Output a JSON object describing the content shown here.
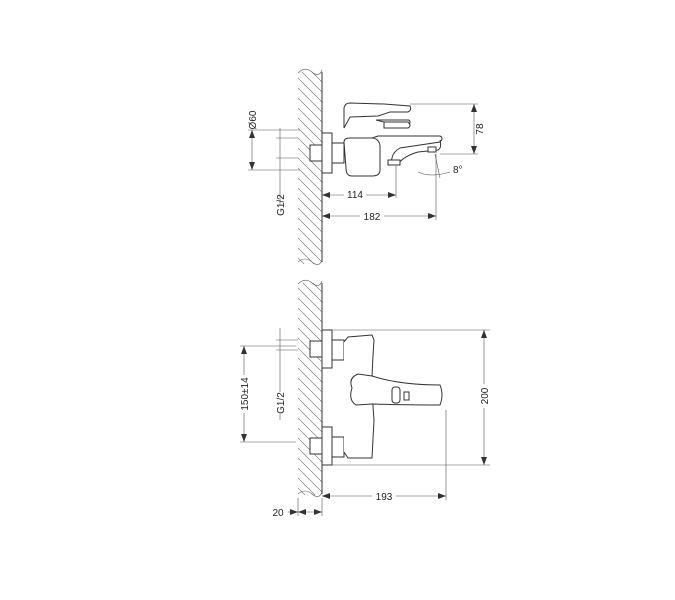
{
  "drawing": {
    "title": "Bath mixer technical drawing",
    "side_view": {
      "dimensions": {
        "diameter": "Ø60",
        "thread": "G1/2",
        "height_spout": "78",
        "spout_angle": "8°",
        "depth_outlet": "114",
        "depth_spout": "182"
      }
    },
    "front_view": {
      "dimensions": {
        "center_distance": "150±14",
        "thread": "G1/2",
        "height": "200",
        "depth": "193",
        "wall_offset": "20"
      }
    }
  }
}
